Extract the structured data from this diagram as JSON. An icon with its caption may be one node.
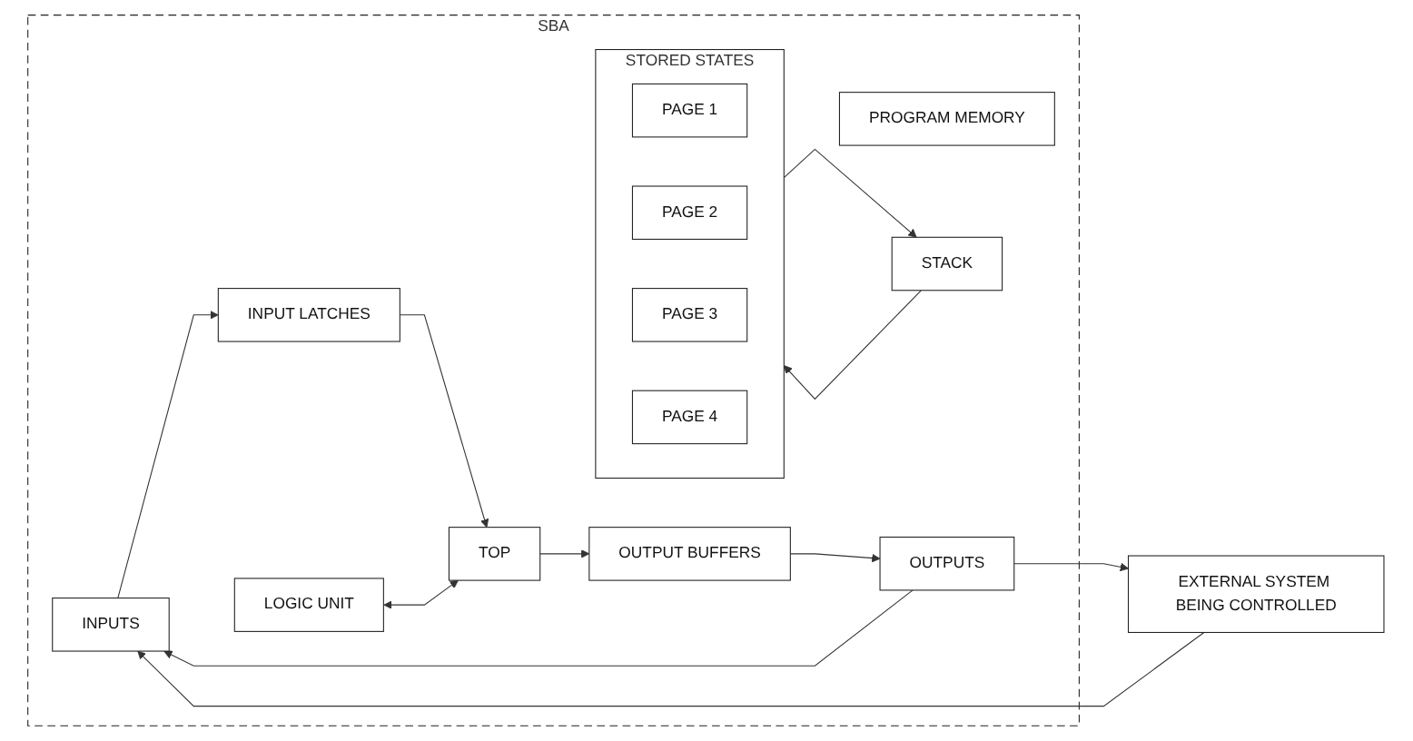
{
  "diagram": {
    "nodes": [
      {
        "text": [
          "SBA"
        ]
      },
      {
        "text": [
          "PROGRAM MEMORY"
        ],
        "in": 0
      },
      {
        "text": [
          "INPUTS"
        ],
        "in": 0
      },
      {
        "text": [
          "INPUT LATCHES"
        ],
        "in": 0
      },
      {
        "text": [
          "LOGIC UNIT"
        ],
        "in": 0
      },
      {
        "text": [
          "TOP"
        ],
        "in": 0
      },
      {
        "text": [
          "STACK"
        ],
        "in": 0
      },
      {
        "text": [
          "OUTPUT BUFFERS"
        ],
        "in": 0
      },
      {
        "text": [
          "OUTPUTS"
        ],
        "in": 0
      },
      {
        "text": [
          "STORED STATES"
        ],
        "in": 0
      },
      {
        "text": [
          "PAGE 1"
        ],
        "in": 9
      },
      {
        "text": [
          "PAGE 2"
        ],
        "in": 9
      },
      {
        "text": [
          "PAGE 3"
        ],
        "in": 9
      },
      {
        "text": [
          "PAGE 4"
        ],
        "in": 9
      },
      {
        "text": [
          "EXTERNAL SYSTEM BEING CONTROLLED"
        ]
      }
    ],
    "edges": [
      {
        "from": 2,
        "to": 3,
        "arrow": "to"
      },
      {
        "from": 3,
        "to": 5,
        "arrow": "to"
      },
      {
        "from": 4,
        "to": 5,
        "arrow": "both"
      },
      {
        "from": 5,
        "to": 7,
        "arrow": "to"
      },
      {
        "from": 7,
        "to": 8,
        "arrow": "to"
      },
      {
        "from": 9,
        "to": 6,
        "arrow": "to"
      },
      {
        "from": 6,
        "to": 9,
        "arrow": "to"
      },
      {
        "from": 8,
        "to": 14,
        "arrow": "to"
      },
      {
        "from": 8,
        "to": 2,
        "arrow": "to"
      },
      {
        "from": 14,
        "to": 2,
        "arrow": "to"
      }
    ]
  }
}
